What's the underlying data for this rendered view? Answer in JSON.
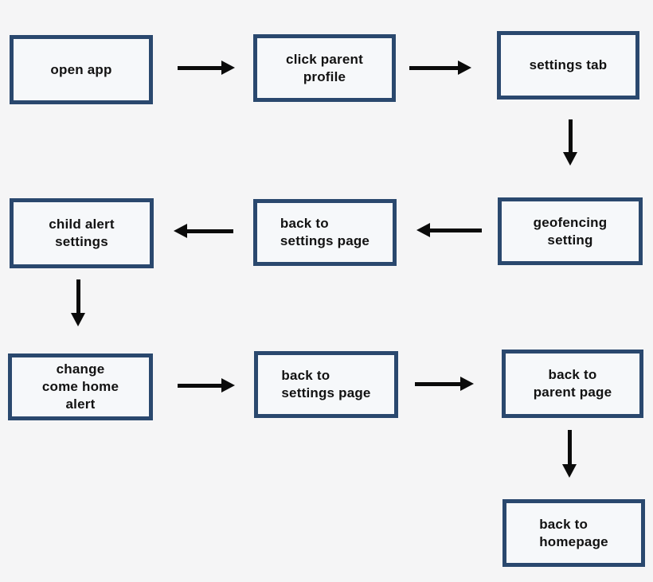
{
  "diagram": {
    "type": "flowchart",
    "colors": {
      "background": "#f5f5f6",
      "box_fill": "#f6f8fa",
      "box_border": "#2a486e",
      "arrow": "#0b0b0b",
      "text": "#121212"
    },
    "nodes": {
      "open_app": {
        "label": "open app"
      },
      "click_parent_profile": {
        "label": "click parent\nprofile"
      },
      "settings_tab": {
        "label": "settings tab"
      },
      "child_alert_settings": {
        "label": "child alert\nsettings"
      },
      "back_to_settings_page_1": {
        "label": "back to\nsettings page"
      },
      "geofencing_setting": {
        "label": "geofencing\nsetting"
      },
      "change_come_home_alert": {
        "label": "change\ncome home\nalert"
      },
      "back_to_settings_page_2": {
        "label": "back to\nsettings page"
      },
      "back_to_parent_page": {
        "label": "back to\nparent page"
      },
      "back_to_homepage": {
        "label": "back to\nhomepage"
      }
    },
    "edges": [
      {
        "from": "open app",
        "to": "click parent profile",
        "direction": "right"
      },
      {
        "from": "click parent profile",
        "to": "settings tab",
        "direction": "right"
      },
      {
        "from": "settings tab",
        "to": "geofencing setting",
        "direction": "down"
      },
      {
        "from": "geofencing setting",
        "to": "back to settings page",
        "direction": "left"
      },
      {
        "from": "back to settings page",
        "to": "child alert settings",
        "direction": "left"
      },
      {
        "from": "child alert settings",
        "to": "change come home alert",
        "direction": "down"
      },
      {
        "from": "change come home alert",
        "to": "back to settings page",
        "direction": "right"
      },
      {
        "from": "back to settings page",
        "to": "back to parent page",
        "direction": "right"
      },
      {
        "from": "back to parent page",
        "to": "back to homepage",
        "direction": "down"
      }
    ]
  }
}
